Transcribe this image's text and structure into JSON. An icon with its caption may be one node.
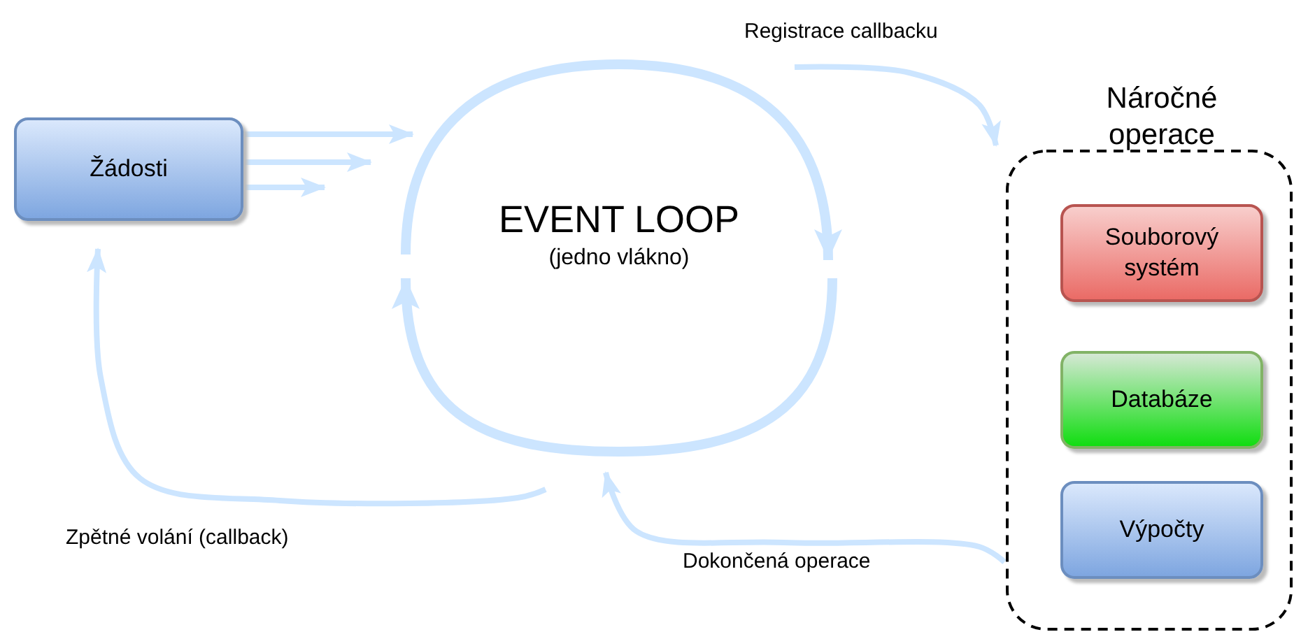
{
  "diagram": {
    "nodes": [
      {
        "text": [
          "Žádosti"
        ]
      },
      {
        "text": [
          "EVENT LOOP",
          "(jedno vlákno)"
        ]
      },
      {
        "text": [
          "Náročné operace"
        ]
      },
      {
        "text": [
          "Souborový systém"
        ],
        "in": 2
      },
      {
        "text": [
          "Databáze"
        ],
        "in": 2
      },
      {
        "text": [
          "Výpočty"
        ],
        "in": 2
      }
    ],
    "edges": [
      {
        "from": 0,
        "to": 1,
        "arrow": "to"
      },
      {
        "from": 0,
        "to": 1,
        "arrow": "to"
      },
      {
        "from": 0,
        "to": 1,
        "arrow": "to"
      },
      {
        "from": 1,
        "to": 2,
        "arrow": "to",
        "label": "Registrace callbacku"
      },
      {
        "from": 2,
        "to": 1,
        "arrow": "to",
        "label": "Dokončená operace"
      },
      {
        "from": 1,
        "to": 0,
        "arrow": "to",
        "label": "Zpětné volání (callback)"
      }
    ]
  }
}
